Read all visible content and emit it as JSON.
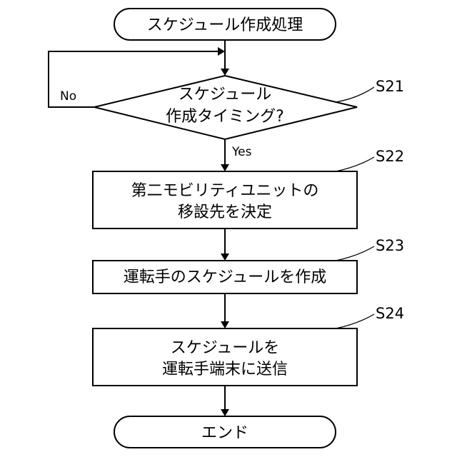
{
  "start": {
    "label": "スケジュール作成処理"
  },
  "decision": {
    "line1": "スケジュール",
    "line2": "作成タイミング?",
    "step": "S21",
    "no_label": "No",
    "yes_label": "Yes"
  },
  "steps": [
    {
      "step": "S22",
      "line1": "第二モビリティユニットの",
      "line2": "移設先を決定"
    },
    {
      "step": "S23",
      "line1": "運転手のスケジュールを作成"
    },
    {
      "step": "S24",
      "line1": "スケジュールを",
      "line2": "運転手端末に送信"
    }
  ],
  "end": {
    "label": "エンド"
  }
}
